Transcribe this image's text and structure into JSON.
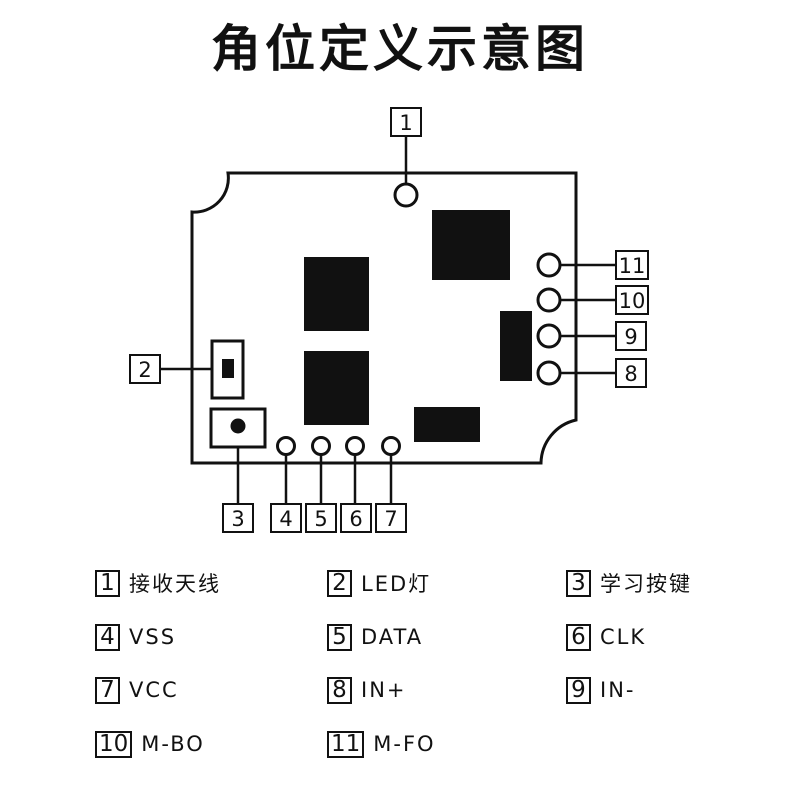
{
  "title": "角位定义示意图",
  "callouts": [
    "1",
    "2",
    "3",
    "4",
    "5",
    "6",
    "7",
    "8",
    "9",
    "10",
    "11"
  ],
  "legend": [
    {
      "num": "1",
      "label": "接收天线"
    },
    {
      "num": "2",
      "label": "LED灯"
    },
    {
      "num": "3",
      "label": "学习按键"
    },
    {
      "num": "4",
      "label": "VSS"
    },
    {
      "num": "5",
      "label": "DATA"
    },
    {
      "num": "6",
      "label": "CLK"
    },
    {
      "num": "7",
      "label": "VCC"
    },
    {
      "num": "8",
      "label": "IN+"
    },
    {
      "num": "9",
      "label": "IN-"
    },
    {
      "num": "10",
      "label": "M-BO"
    },
    {
      "num": "11",
      "label": "M-FO"
    }
  ]
}
